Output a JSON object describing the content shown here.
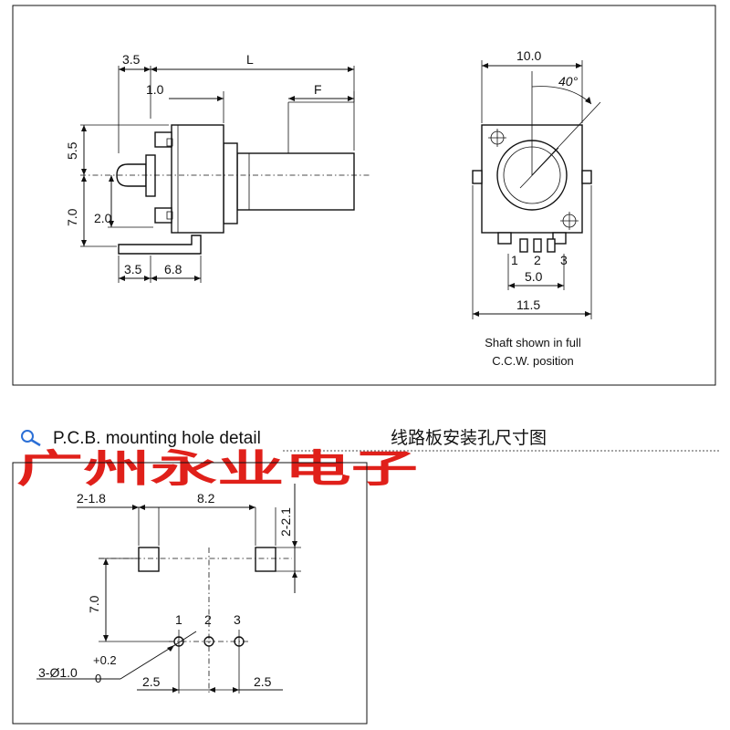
{
  "top_drawing": {
    "side_view": {
      "dim_top_left": "3.5",
      "dim_length": "L",
      "dim_bushing": "1.0",
      "dim_flat": "F",
      "dim_upper_height": "5.5",
      "dim_lower_height": "7.0",
      "dim_terminal": "2.0",
      "dim_bottom_left": "3.5",
      "dim_bottom_body": "6.8"
    },
    "front_view": {
      "dim_width_top": "10.0",
      "dim_angle": "40°",
      "pin_labels": [
        "1",
        "2",
        "3"
      ],
      "dim_pin_span": "5.0",
      "dim_width_bottom": "11.5",
      "note_line1": "Shaft shown in full",
      "note_line2": "C.C.W. position"
    }
  },
  "section_header": {
    "title": "P.C.B. mounting hole detail",
    "title_cn": "线路板安装孔尺寸图",
    "watermark": "广州永业电子"
  },
  "pcb_drawing": {
    "dim_slot": "2-1.8",
    "dim_slot_spacing": "8.2",
    "dim_slot_height": "2-2.1",
    "dim_row_distance": "7.0",
    "pin_labels": [
      "1",
      "2",
      "3"
    ],
    "hole_spec_main": "3-Ø1.0",
    "hole_spec_tol_upper": "+0.2",
    "hole_spec_tol_lower": "0",
    "dim_left_pitch": "2.5",
    "dim_right_pitch": "2.5"
  }
}
